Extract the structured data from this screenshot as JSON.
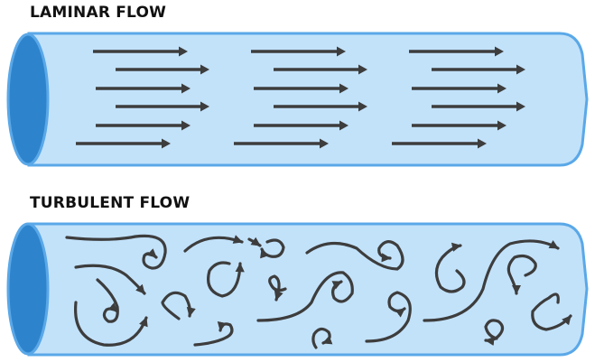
{
  "diagram": {
    "sections": [
      {
        "id": "laminar",
        "title": "LAMINAR FLOW",
        "flow_type": "laminar",
        "arrow_groups": 3,
        "arrows_per_group": 6
      },
      {
        "id": "turbulent",
        "title": "TURBULENT FLOW",
        "flow_type": "turbulent"
      }
    ],
    "colors": {
      "pipe_body": "#c2e2fa",
      "pipe_outline": "#5aa8e8",
      "pipe_opening": "#2e84cc",
      "arrow": "#3d3d3d",
      "title": "#111111"
    }
  }
}
